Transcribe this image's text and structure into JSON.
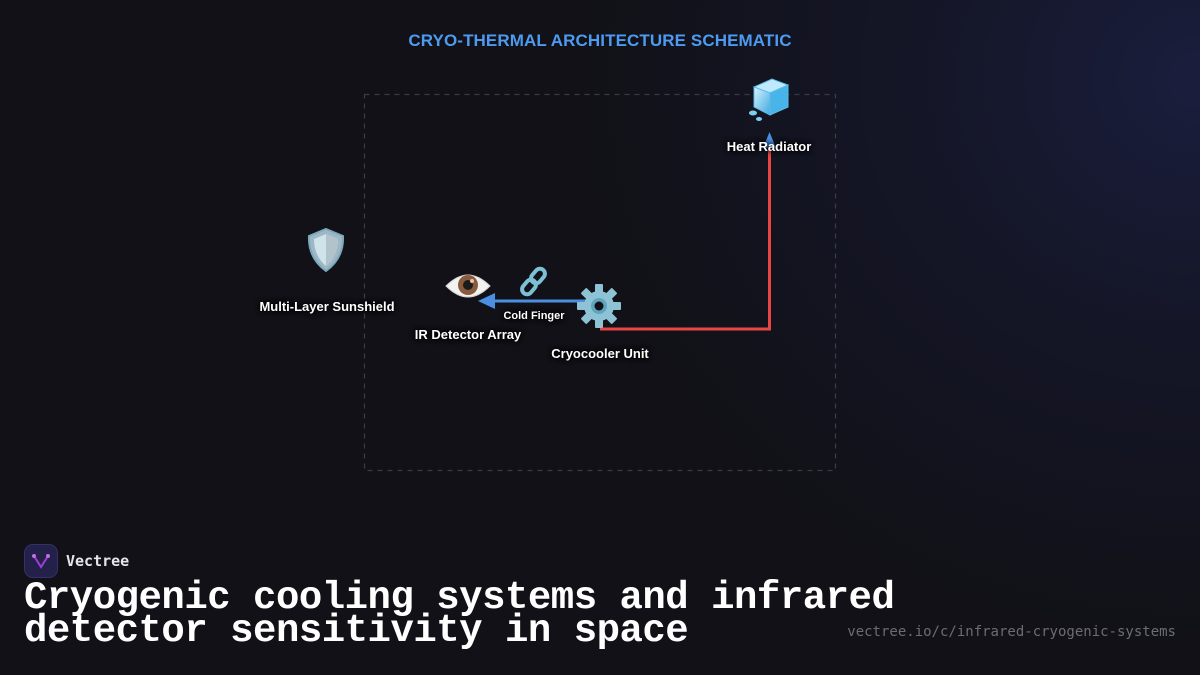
{
  "diagram": {
    "title": "CRYO-THERMAL ARCHITECTURE SCHEMATIC",
    "title_color": "#4d9bf0",
    "boundary": {
      "style": "dashed",
      "color": "#3a3a42"
    },
    "nodes": [
      {
        "id": "sunshield",
        "label": "Multi-Layer Sunshield",
        "icon": "shield-icon",
        "glyph": "🛡️"
      },
      {
        "id": "detector",
        "label": "IR Detector Array",
        "icon": "eye-icon",
        "glyph": "👁️"
      },
      {
        "id": "cold_finger",
        "label": "Cold Finger",
        "icon": "link-icon",
        "glyph": "🔗"
      },
      {
        "id": "cryocooler",
        "label": "Cryocooler Unit",
        "icon": "gear-icon",
        "glyph": "⚙️"
      },
      {
        "id": "radiator",
        "label": "Heat Radiator",
        "icon": "ice-cube-icon",
        "glyph": "🧊"
      }
    ],
    "edges": [
      {
        "from": "cryocooler",
        "to": "detector",
        "label": "Cold Finger",
        "color": "#4a90e2",
        "arrow_color": "#4a90e2"
      },
      {
        "from": "cryocooler",
        "to": "radiator",
        "label": "",
        "color": "#e84545",
        "arrow_color": "#4a90e2"
      }
    ]
  },
  "footer": {
    "brand": "Vectree",
    "headline_line1": "Cryogenic cooling systems and infrared",
    "headline_line2": "detector sensitivity in space",
    "url": "vectree.io/c/infrared-cryogenic-systems"
  }
}
